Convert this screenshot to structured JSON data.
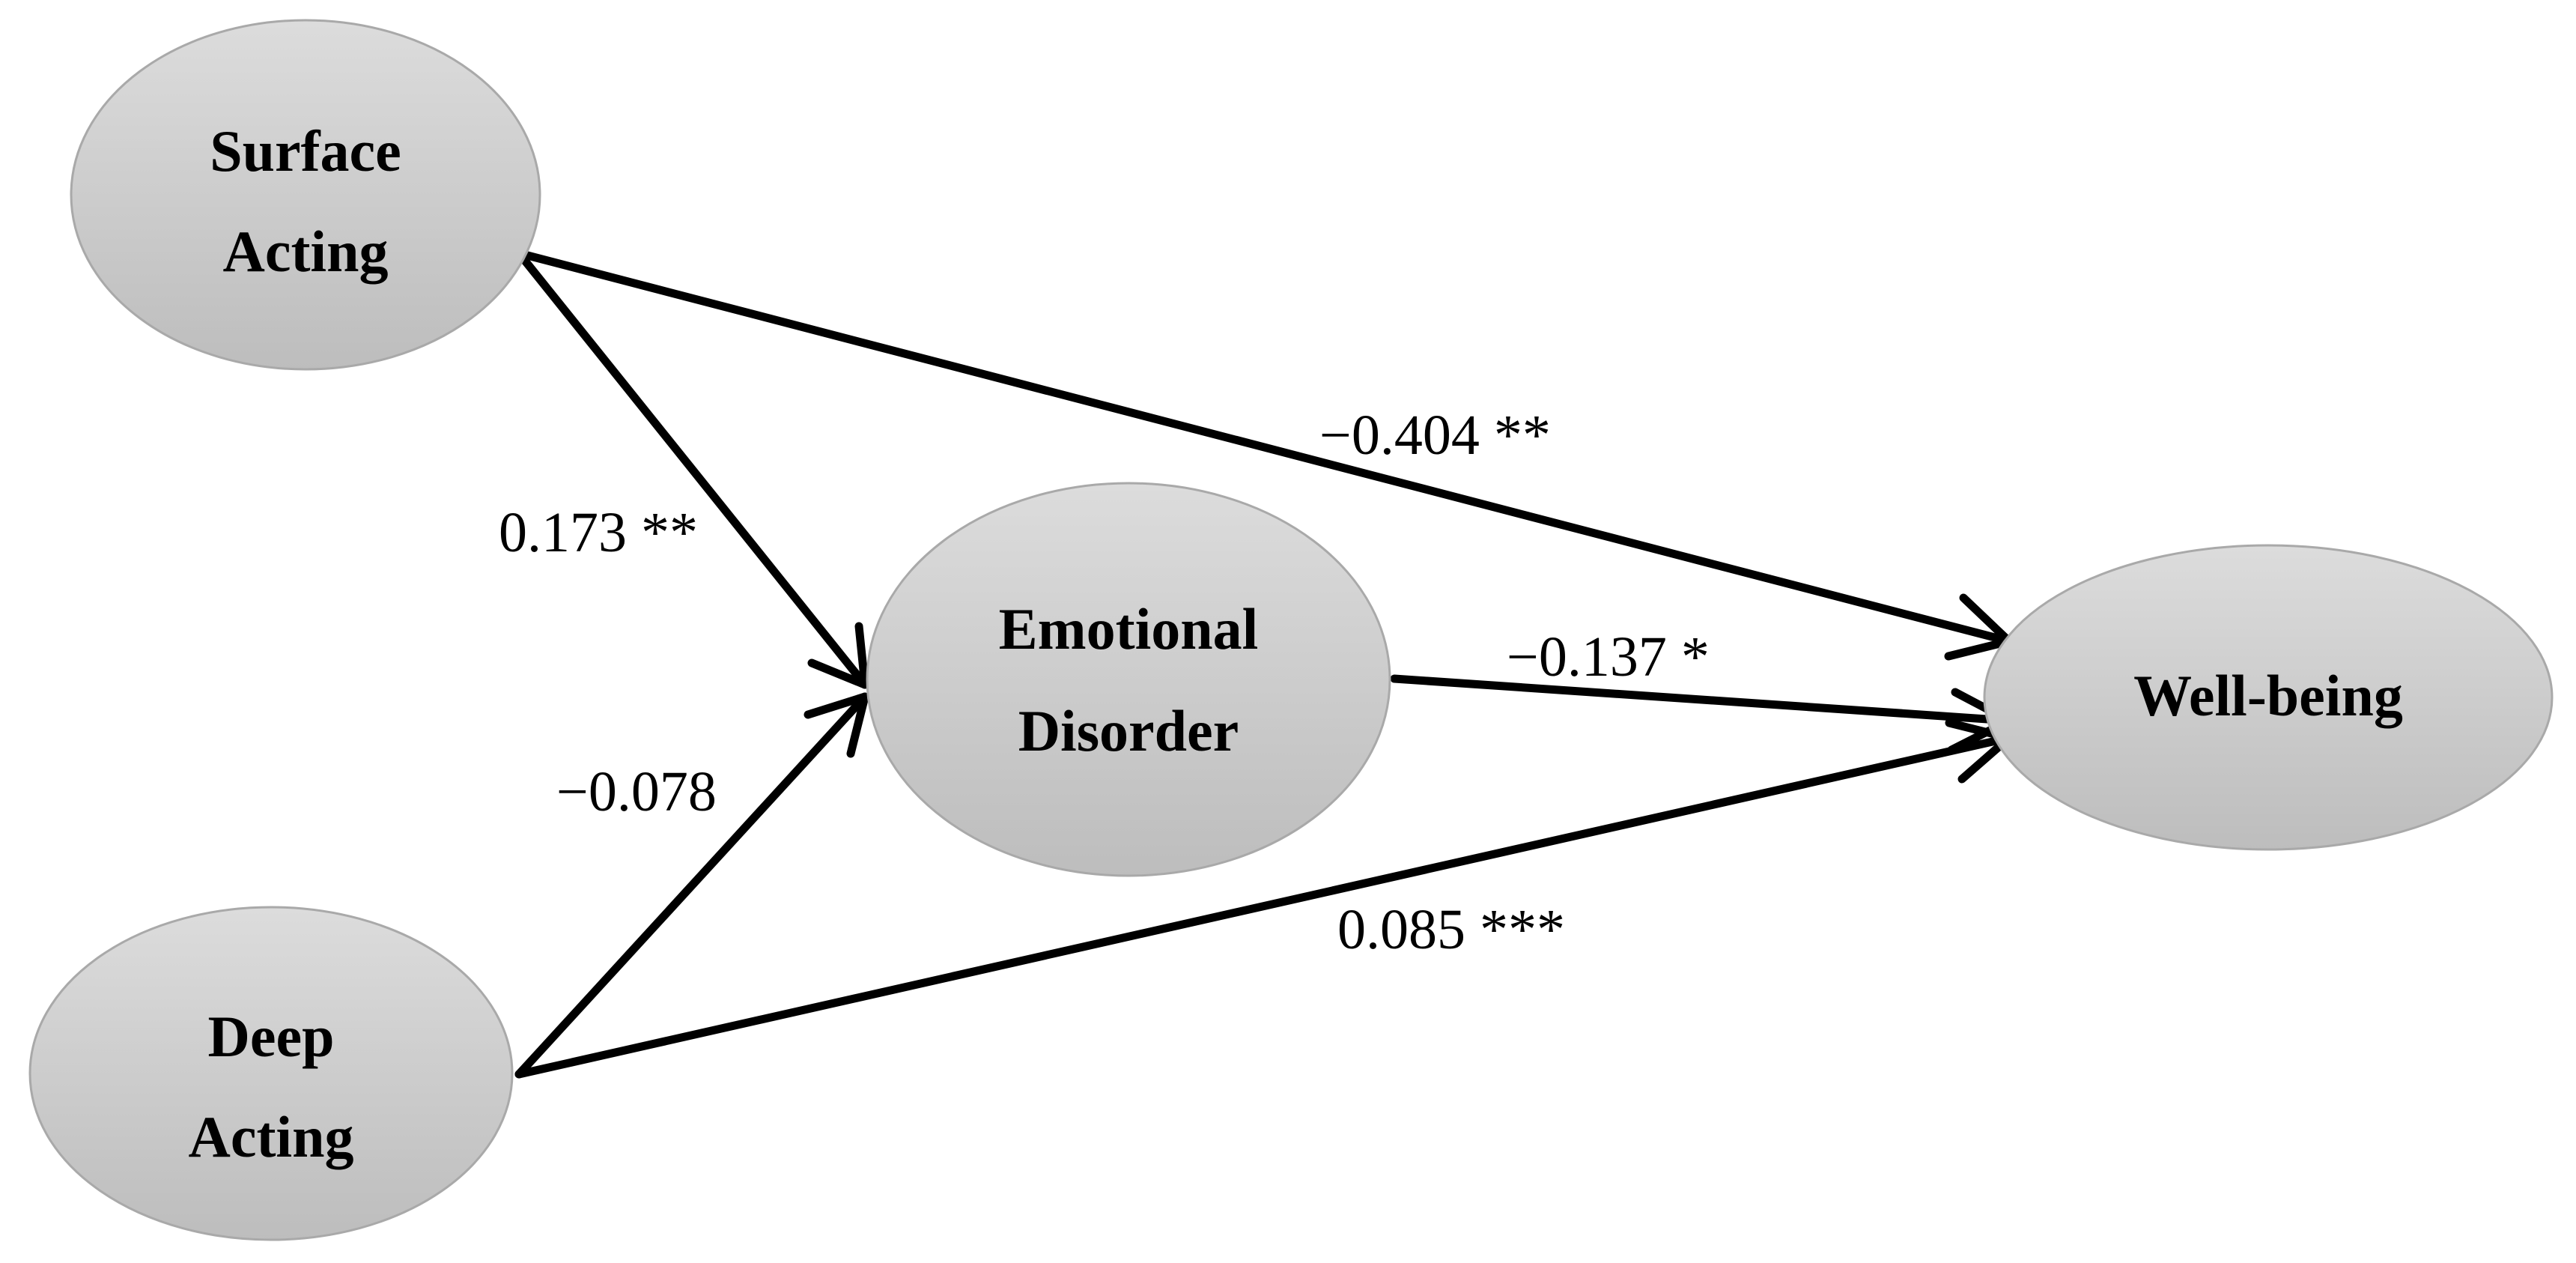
{
  "nodes": {
    "surface_acting": {
      "line1": "Surface",
      "line2": "Acting"
    },
    "deep_acting": {
      "line1": "Deep",
      "line2": "Acting"
    },
    "emotional_disorder": {
      "line1": "Emotional",
      "line2": "Disorder"
    },
    "well_being": {
      "label": "Well-being"
    }
  },
  "paths": {
    "surface_to_emotional": "0.173 **",
    "surface_to_wellbeing": "−0.404 **",
    "deep_to_emotional": "−0.078",
    "deep_to_wellbeing": "0.085 ***",
    "emotional_to_wellbeing": "−0.137 *"
  },
  "colors": {
    "node_fill_top": "#dcdcdc",
    "node_fill_bottom": "#bdbdbd",
    "node_stroke": "#a9a9a9",
    "edge": "#000000",
    "text": "#000000"
  }
}
